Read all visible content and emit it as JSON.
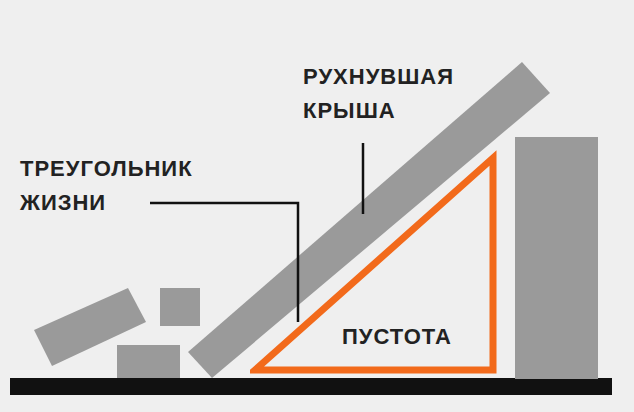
{
  "diagram": {
    "nodes": [
      {
        "text": [
          "ПУСТОТА"
        ]
      }
    ],
    "labels": [
      "ТРЕУГОЛЬНИК ЖИЗНИ",
      "РУХНУВШАЯ КРЫША"
    ]
  }
}
